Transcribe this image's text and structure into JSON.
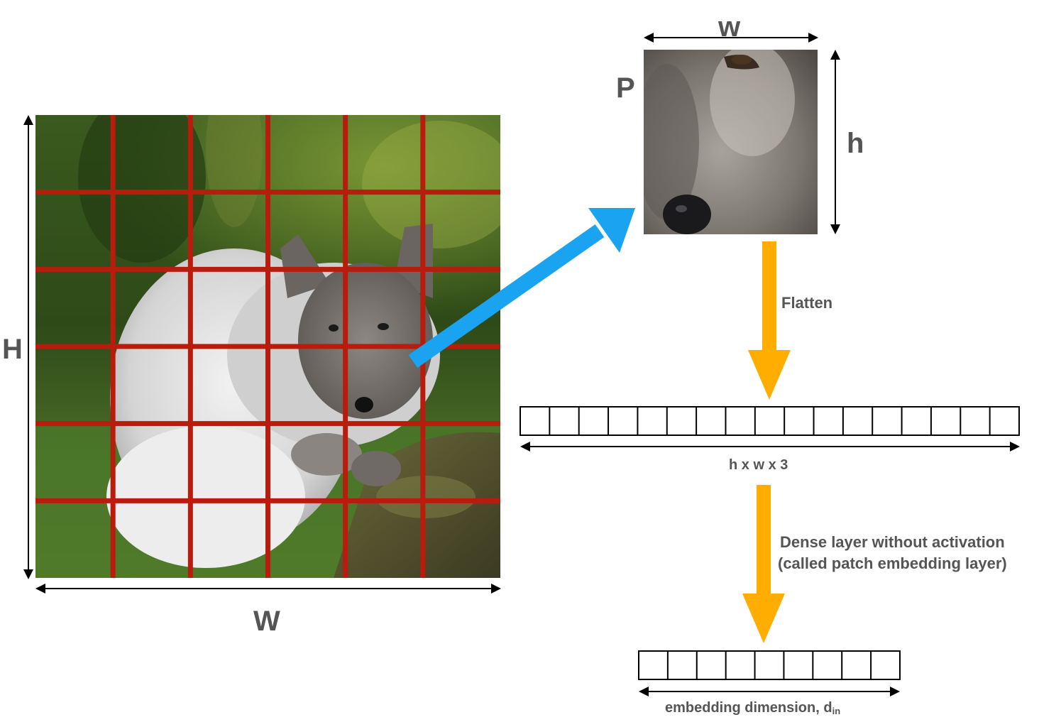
{
  "labels": {
    "image_height": "H",
    "image_width": "W",
    "patch_width": "w",
    "patch_height": "h",
    "patch_name": "P",
    "flatten": "Flatten",
    "flattened_size": "h x w x 3",
    "dense_line1": "Dense layer without activation",
    "dense_line2": "(called patch embedding layer)",
    "embedding_dim": "embedding dimension, d",
    "embedding_dim_sub": "in"
  },
  "grid": {
    "rows": 6,
    "cols": 6
  },
  "flattened_vector_cells": 17,
  "embedding_vector_cells": 9,
  "colors": {
    "grid_lines": "#b81c0c",
    "patch_arrow": "#1aa3f0",
    "process_arrow": "#ffad00",
    "text": "#555555",
    "outline": "#000000"
  }
}
